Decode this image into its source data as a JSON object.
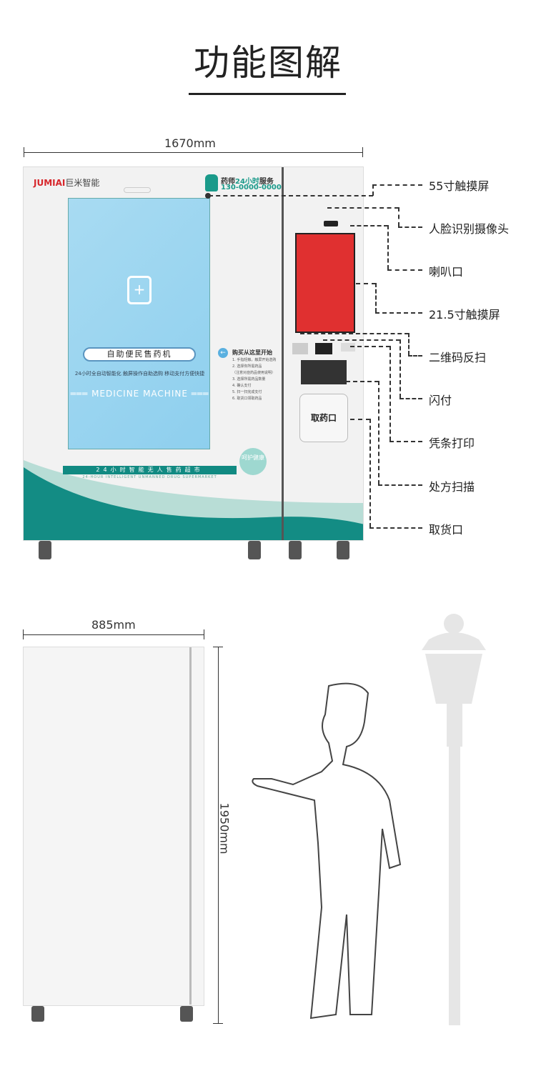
{
  "title": "功能图解",
  "dimensions": {
    "width": "1670mm",
    "depth": "885mm",
    "height": "1950mm"
  },
  "machine": {
    "brand": "JUMIAI",
    "brand_cn": "巨米智能",
    "service_prefix": "药师",
    "service_highlight": "24小时",
    "service_suffix": "服务",
    "phone": "130-0000-0000",
    "screen_title": "自助便民售药机",
    "slogan": "24小时全自动智能化  触屏操作自助选购  移动支付方便快捷",
    "english_title": "MEDICINE MACHINE",
    "steps_title": "购买从这里开始",
    "steps": [
      "1. 手指轻触，触屏开始选购",
      "2. 选择你所需药品",
      "（注意对症药品使用说明）",
      "3. 选择所需药品数量",
      "4. 确认支付",
      "5. 扫一扫完成支付",
      "6. 取货口领取药品"
    ],
    "banner": "24小时智能无人售药超市",
    "banner_en": "24-HOUR INTELLIGENT UNMANNED DRUG SUPERMARKET",
    "heart_text": "呵护健康",
    "pickup_label": "取药口"
  },
  "callouts": [
    "55寸触摸屏",
    "人脸识别摄像头",
    "喇叭口",
    "21.5寸触摸屏",
    "二维码反扫",
    "闪付",
    "凭条打印",
    "处方扫描",
    "取货口"
  ]
}
